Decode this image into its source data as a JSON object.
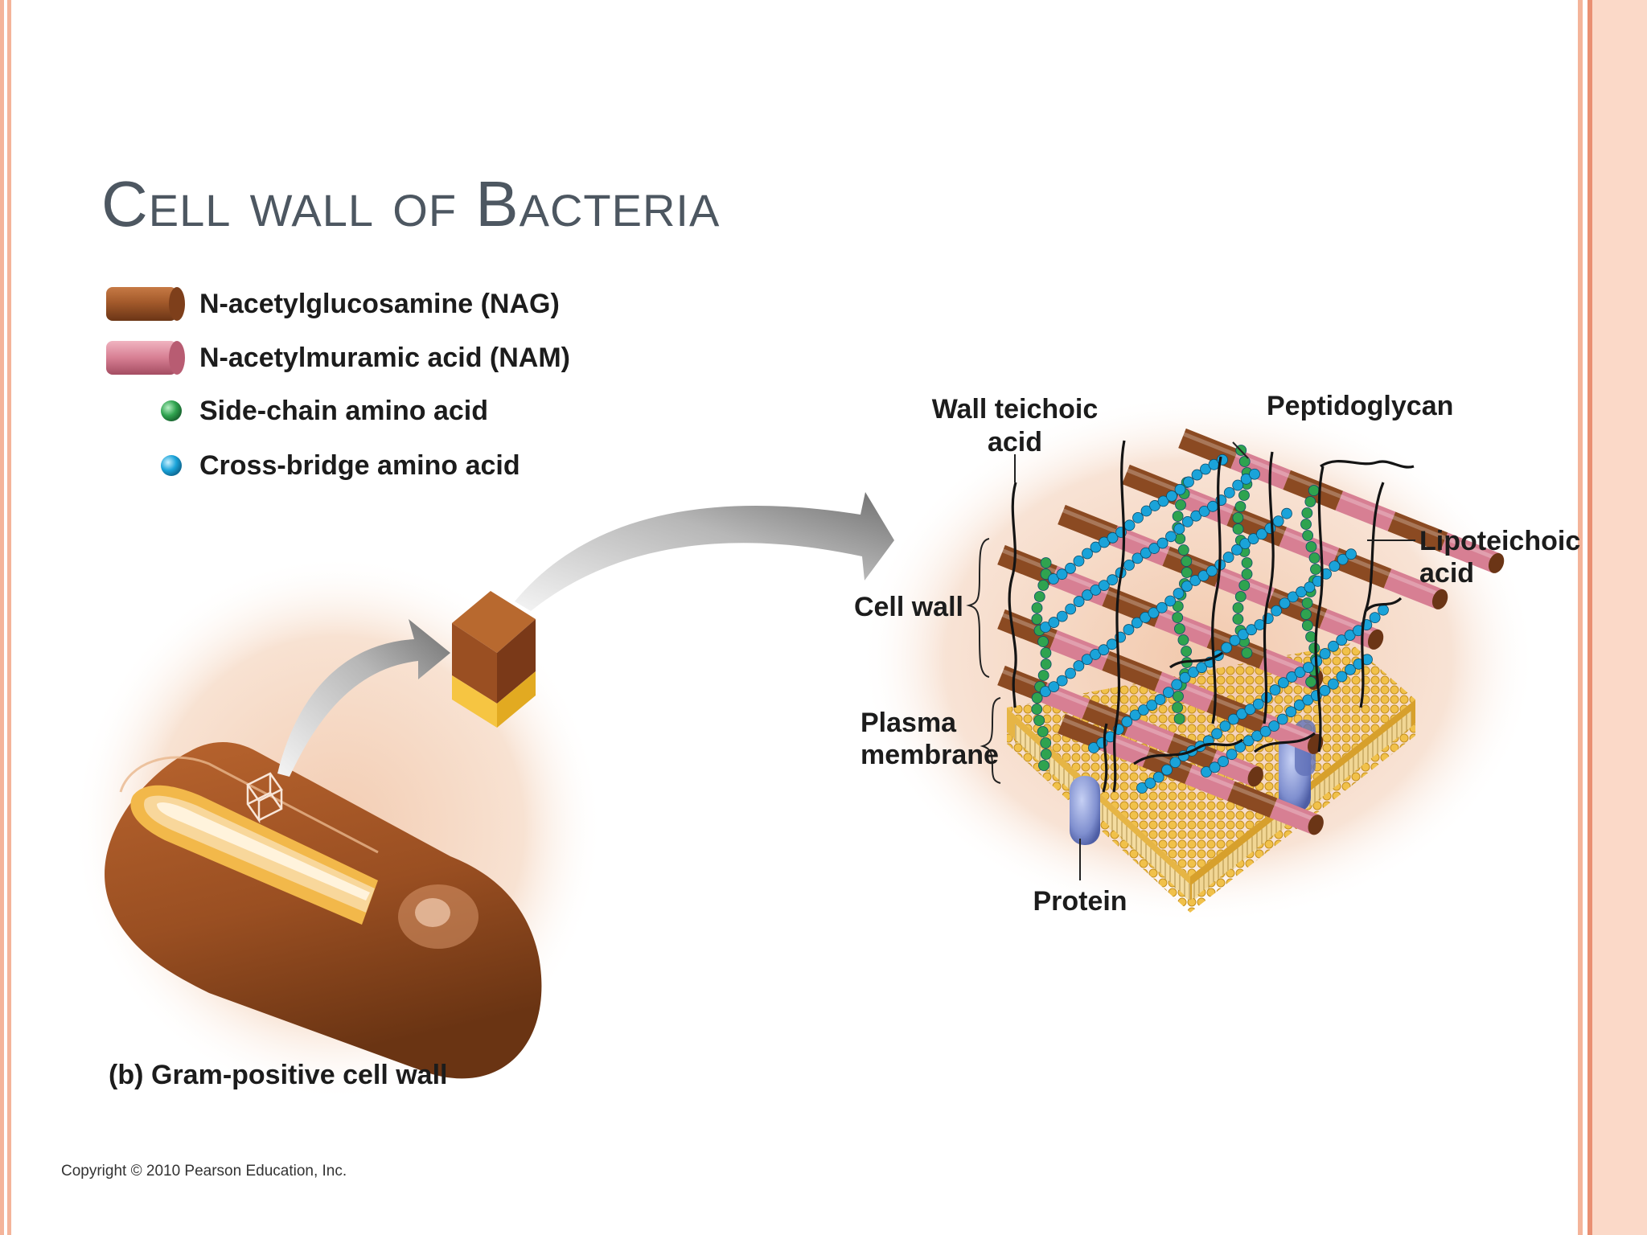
{
  "slide": {
    "title": "Cell wall of Bacteria",
    "copyright": "Copyright © 2010 Pearson Education, Inc."
  },
  "legend": [
    {
      "label": "N-acetylglucosamine (NAG)",
      "icon": "nag-cylinder-icon",
      "color": "#8b4a22"
    },
    {
      "label": "N-acetylmuramic acid (NAM)",
      "icon": "nam-cylinder-icon",
      "color": "#d77f93"
    },
    {
      "label": "Side-chain amino acid",
      "icon": "green-bead-icon",
      "color": "#2fa34f"
    },
    {
      "label": "Cross-bridge amino acid",
      "icon": "blue-bead-icon",
      "color": "#1aa3d9"
    }
  ],
  "diagram": {
    "labels": {
      "wall_teichoic_1": "Wall teichoic",
      "wall_teichoic_2": "acid",
      "peptidoglycan": "Peptidoglycan",
      "lipoteichoic_1": "Lipoteichoic",
      "lipoteichoic_2": "acid",
      "cell_wall": "Cell wall",
      "plasma_1": "Plasma",
      "plasma_2": "membrane",
      "protein": "Protein",
      "caption_letter": "(b)",
      "caption_text": "Gram-positive cell wall"
    }
  },
  "colors": {
    "title": "#4d5761",
    "frame": "#f4b49a",
    "frame_dark": "#e98f72",
    "nag": "#8b4a22",
    "nam": "#d77f93",
    "side_chain": "#2fa34f",
    "cross_bridge": "#1aa3d9",
    "membrane": "#e8b63c",
    "protein": "#7f8fcf"
  }
}
